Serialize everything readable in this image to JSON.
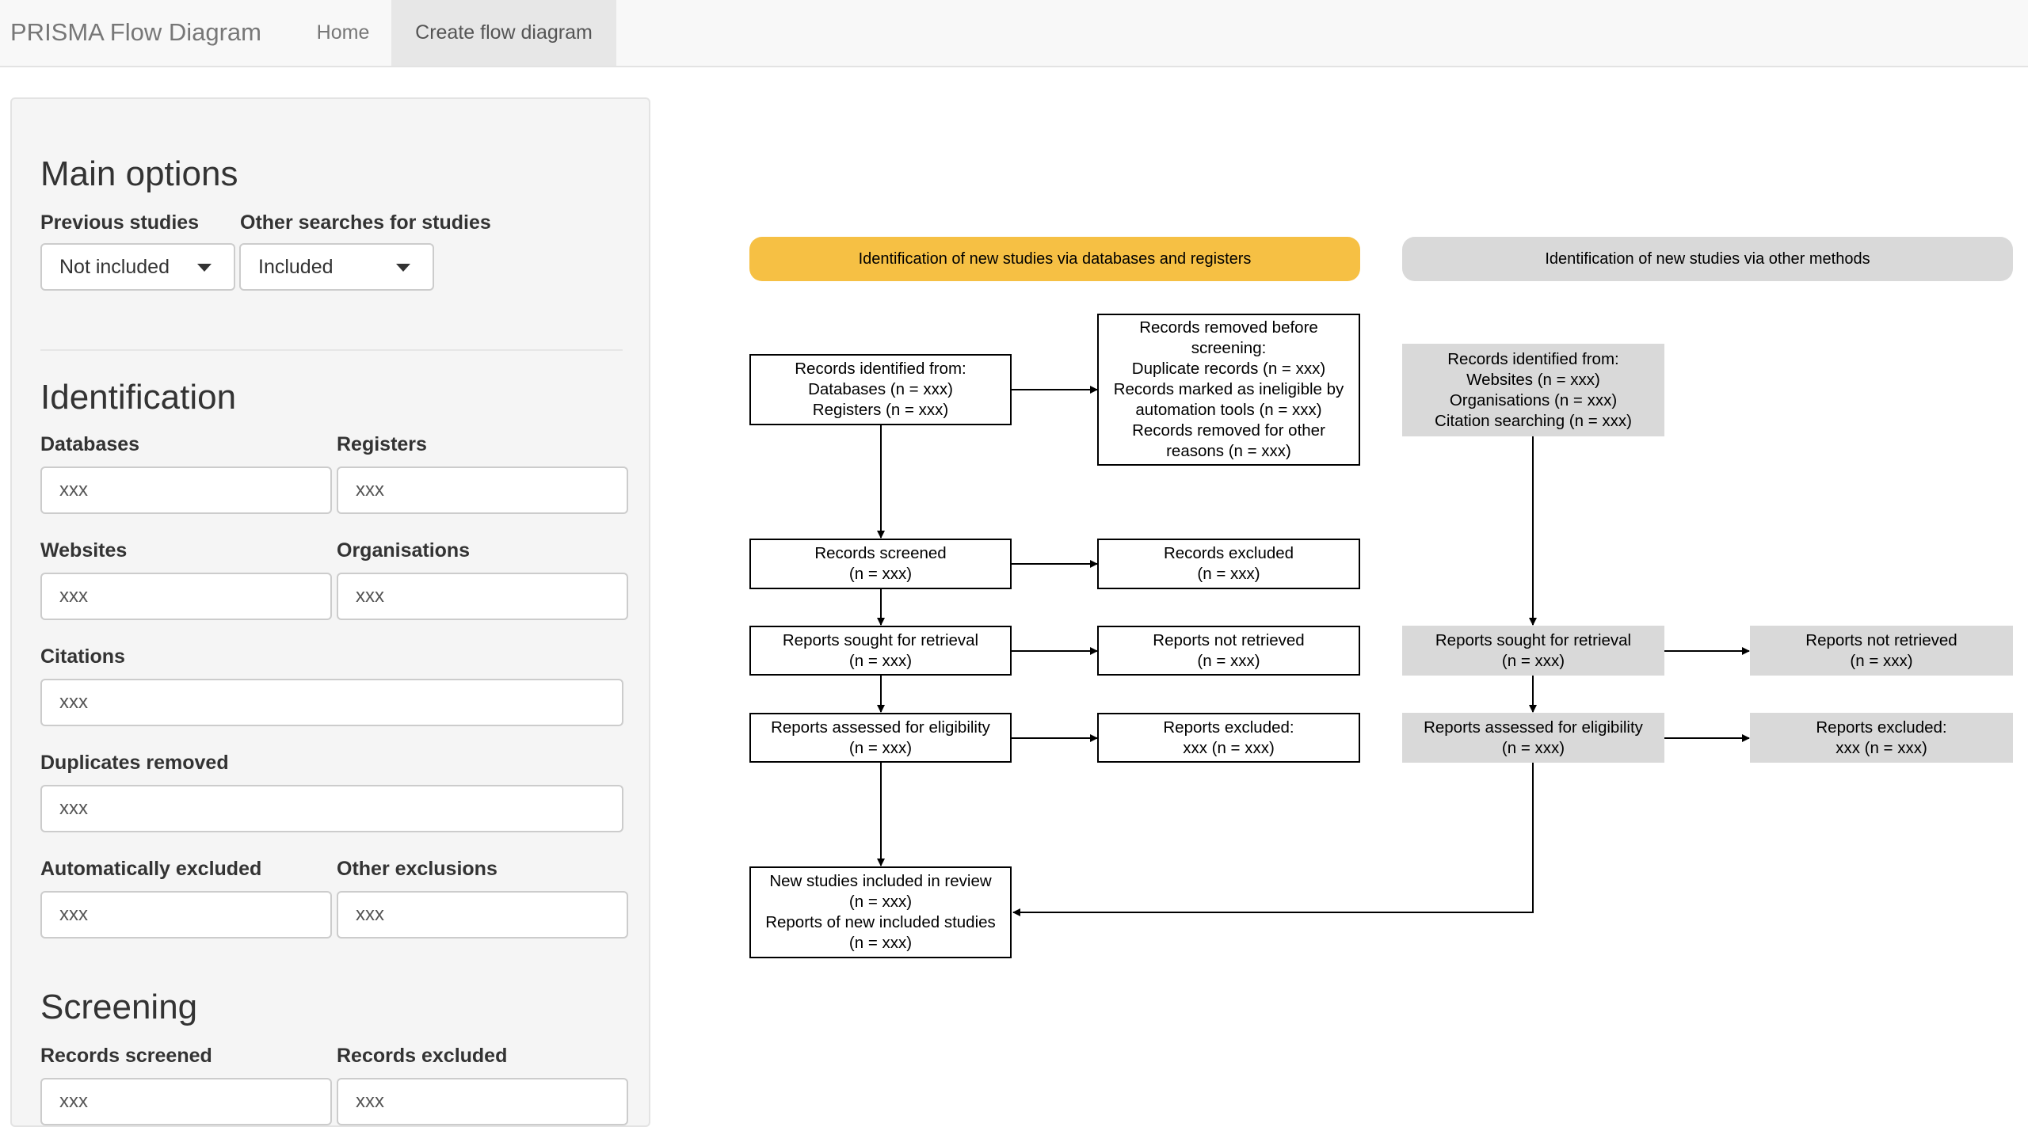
{
  "navbar": {
    "brand": "PRISMA Flow Diagram",
    "home": "Home",
    "create": "Create flow diagram"
  },
  "sidebar": {
    "main_options": {
      "title": "Main options",
      "previous_studies": {
        "label": "Previous studies",
        "value": "Not included"
      },
      "other_searches": {
        "label": "Other searches for studies",
        "value": "Included"
      }
    },
    "identification": {
      "title": "Identification",
      "databases": {
        "label": "Databases",
        "value": "xxx"
      },
      "registers": {
        "label": "Registers",
        "value": "xxx"
      },
      "websites": {
        "label": "Websites",
        "value": "xxx"
      },
      "organisations": {
        "label": "Organisations",
        "value": "xxx"
      },
      "citations": {
        "label": "Citations",
        "value": "xxx"
      },
      "duplicates": {
        "label": "Duplicates removed",
        "value": "xxx"
      },
      "auto_excluded": {
        "label": "Automatically excluded",
        "value": "xxx"
      },
      "other_exclusions": {
        "label": "Other exclusions",
        "value": "xxx"
      }
    },
    "screening": {
      "title": "Screening",
      "records_screened": {
        "label": "Records screened",
        "value": "xxx"
      },
      "records_excluded": {
        "label": "Records excluded",
        "value": "xxx"
      }
    }
  },
  "diagram": {
    "colors": {
      "left_header": "#f6c044",
      "right_header": "#d9d9d9",
      "grey_box": "#d9d9d9"
    },
    "left_header": "Identification of new studies via databases and registers",
    "right_header": "Identification of new studies via other methods",
    "records_identified": [
      "Records identified from:",
      "Databases (n = xxx)",
      "Registers (n = xxx)"
    ],
    "records_removed": [
      "Records removed before",
      "screening:",
      "Duplicate records (n = xxx)",
      "Records marked as ineligible by",
      "automation tools (n = xxx)",
      "Records removed for other",
      "reasons (n = xxx)"
    ],
    "records_screened": [
      "Records screened",
      "(n = xxx)"
    ],
    "records_excluded": [
      "Records excluded",
      "(n = xxx)"
    ],
    "reports_sought": [
      "Reports sought for retrieval",
      "(n = xxx)"
    ],
    "reports_not_retrieved": [
      "Reports not retrieved",
      "(n = xxx)"
    ],
    "reports_assessed": [
      "Reports assessed for eligibility",
      "(n = xxx)"
    ],
    "reports_excluded": [
      "Reports excluded:",
      "xxx (n = xxx)"
    ],
    "new_studies": [
      "New studies included in review",
      "(n = xxx)",
      "Reports of new included studies",
      "(n = xxx)"
    ],
    "other_identified": [
      "Records identified from:",
      "Websites (n = xxx)",
      "Organisations (n = xxx)",
      "Citation searching (n = xxx)"
    ],
    "other_sought": [
      "Reports sought for retrieval",
      "(n = xxx)"
    ],
    "other_not_retrieved": [
      "Reports not retrieved",
      "(n = xxx)"
    ],
    "other_assessed": [
      "Reports assessed for eligibility",
      "(n = xxx)"
    ],
    "other_excluded": [
      "Reports excluded:",
      "xxx (n = xxx)"
    ]
  }
}
